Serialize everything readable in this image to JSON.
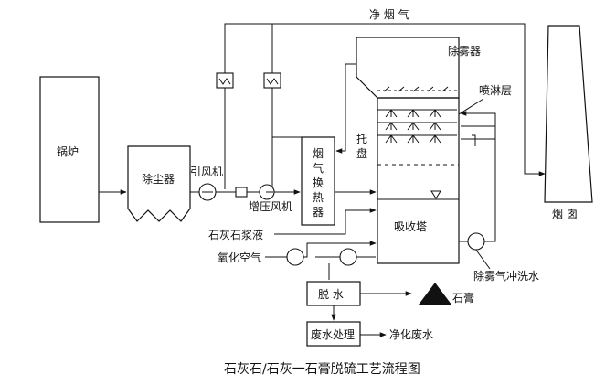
{
  "labels": {
    "boiler": "锅炉",
    "dust_collector": "除尘器",
    "induced_fan": "引风机",
    "booster_fan": "增压风机",
    "gas_heater_1": "烟",
    "gas_heater_2": "气",
    "gas_heater_3": "换",
    "gas_heater_4": "热",
    "gas_heater_5": "器",
    "clean_flue_gas": "净 烟 气",
    "demister": "除雾器",
    "spray_layer": "喷淋层",
    "tray_1": "托",
    "tray_2": "盘",
    "absorber": "吸收塔",
    "limestone_slurry": "石灰石浆液",
    "oxidation_air": "氧化空气",
    "demister_wash_water": "除雾气冲洗水",
    "dewatering": "脱  水",
    "gypsum": "石膏",
    "wastewater_treatment": "废水处理",
    "clean_wastewater": "净化废水",
    "chimney": "烟 囱"
  },
  "caption": "石灰石/石灰一石膏脱硫工艺流程图"
}
